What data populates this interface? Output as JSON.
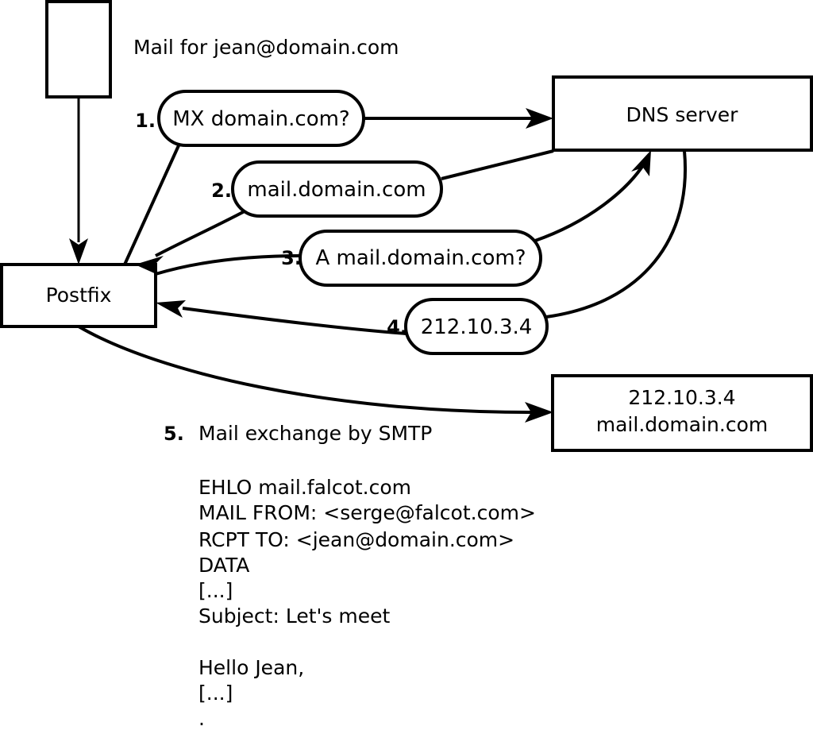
{
  "diagram": {
    "title_caption": "Mail for jean@domain.com",
    "nodes": [
      {
        "id": "mua",
        "label": "",
        "name": "mail-client-box"
      },
      {
        "id": "postfix",
        "label": "Postfix",
        "name": "postfix-box"
      },
      {
        "id": "dns",
        "label": "DNS server",
        "name": "dns-server-box"
      },
      {
        "id": "mailserver",
        "label_line1": "212.10.3.4",
        "label_line2": "mail.domain.com",
        "name": "remote-mail-server-box"
      }
    ],
    "steps": [
      {
        "num": "1.",
        "text": "MX domain.com?"
      },
      {
        "num": "2.",
        "text": "mail.domain.com"
      },
      {
        "num": "3.",
        "text": "A mail.domain.com?"
      },
      {
        "num": "4.",
        "text": "212.10.3.4"
      }
    ],
    "step5": {
      "num": "5.",
      "label": "Mail exchange by SMTP"
    },
    "smtp_transcript": [
      "EHLO mail.falcot.com",
      "MAIL FROM: <serge@falcot.com>",
      "RCPT TO: <jean@domain.com>",
      "DATA",
      "[...]",
      "Subject: Let's meet",
      "",
      "Hello Jean,",
      "[...]",
      "."
    ],
    "colors": {
      "stroke": "#000000",
      "fill": "#ffffff",
      "text": "#000000"
    }
  }
}
